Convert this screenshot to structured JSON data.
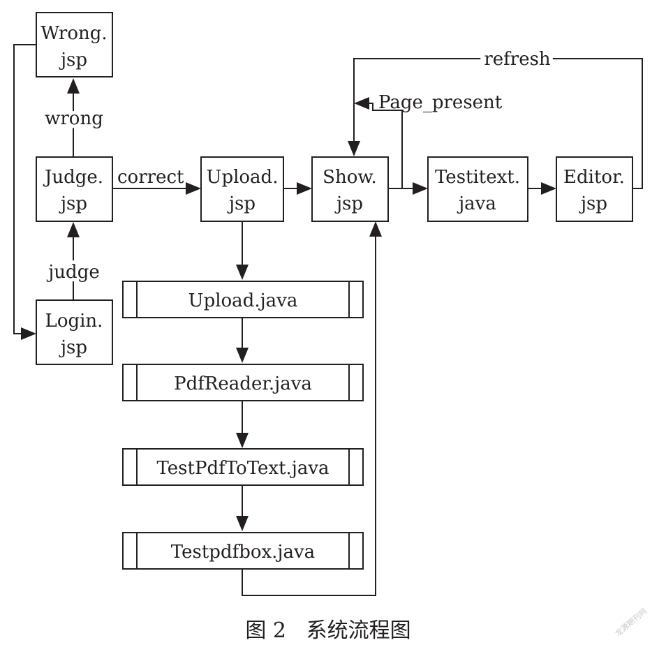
{
  "nodes": {
    "wrong": [
      "Wrong.",
      "jsp"
    ],
    "judge": [
      "Judge.",
      "jsp"
    ],
    "login": [
      "Login.",
      "jsp"
    ],
    "upload": [
      "Upload.",
      "jsp"
    ],
    "show": [
      "Show.",
      "jsp"
    ],
    "testitext": [
      "Testitext.",
      "java"
    ],
    "editor": [
      "Editor.",
      "jsp"
    ],
    "upload_java": "Upload.java",
    "pdfreader": "PdfReader.java",
    "testpdftotext": "TestPdfToText.java",
    "testpdfbox": "Testpdfbox.java"
  },
  "edge_labels": {
    "wrong": "wrong",
    "correct": "correct",
    "judge": "judge",
    "refresh": "refresh",
    "page_present": "Page_present"
  },
  "caption": "图 2   系统流程图",
  "watermark": "龙源期刊网"
}
